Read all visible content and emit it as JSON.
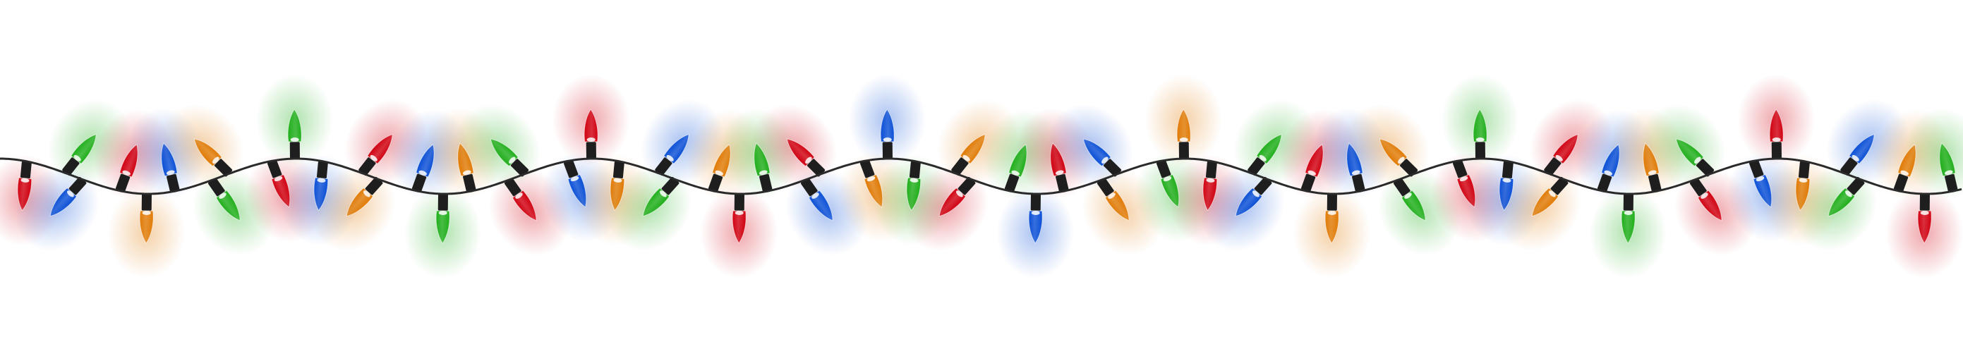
{
  "scene": {
    "subject": "string-of-christmas-lights",
    "background": "#ffffff",
    "wire_color": "#2a2a2a",
    "bulb_color_cycle": [
      "red",
      "green",
      "blue",
      "red",
      "orange",
      "blue",
      "green",
      "orange"
    ],
    "colors": {
      "red": "#d00010",
      "green": "#1fae1a",
      "blue": "#0a4fd6",
      "orange": "#e07a05"
    }
  }
}
